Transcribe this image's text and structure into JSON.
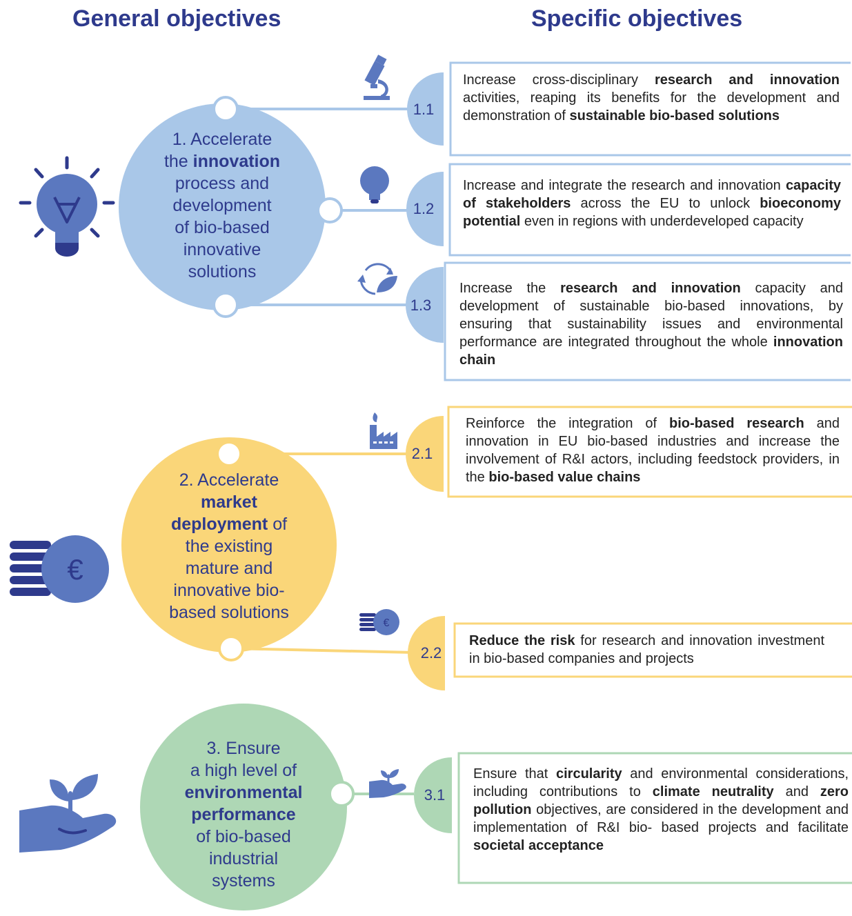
{
  "headers": {
    "general": "General objectives",
    "specific": "Specific objectives"
  },
  "colors": {
    "blue": "#A9C7E8",
    "yellow": "#FAD679",
    "green": "#AED7B5",
    "title": "#2E3A8C",
    "icon": "#5B78BF",
    "icon_dark": "#2E3A8C"
  },
  "general_objectives": [
    {
      "id": "1",
      "color": "#A9C7E8",
      "icon": "lightbulb-icon",
      "lines": [
        [
          {
            "t": "1. Accelerate",
            "b": false
          }
        ],
        [
          {
            "t": "the ",
            "b": false
          },
          {
            "t": "innovation",
            "b": true
          }
        ],
        [
          {
            "t": "process and",
            "b": false
          }
        ],
        [
          {
            "t": "development",
            "b": false
          }
        ],
        [
          {
            "t": "of bio-based",
            "b": false
          }
        ],
        [
          {
            "t": "innovative",
            "b": false
          }
        ],
        [
          {
            "t": "solutions",
            "b": false
          }
        ]
      ]
    },
    {
      "id": "2",
      "color": "#FAD679",
      "icon": "euro-coins-icon",
      "lines": [
        [
          {
            "t": "2. Accelerate",
            "b": false
          }
        ],
        [
          {
            "t": "market",
            "b": true
          }
        ],
        [
          {
            "t": "deployment",
            "b": true
          },
          {
            "t": " of",
            "b": false
          }
        ],
        [
          {
            "t": "the existing",
            "b": false
          }
        ],
        [
          {
            "t": "mature and",
            "b": false
          }
        ],
        [
          {
            "t": "innovative bio-",
            "b": false
          }
        ],
        [
          {
            "t": "based solutions",
            "b": false
          }
        ]
      ]
    },
    {
      "id": "3",
      "color": "#AED7B5",
      "icon": "hand-sprout-icon",
      "lines": [
        [
          {
            "t": "3. Ensure",
            "b": false
          }
        ],
        [
          {
            "t": "a high level of",
            "b": false
          }
        ],
        [
          {
            "t": "environmental",
            "b": true
          }
        ],
        [
          {
            "t": "performance",
            "b": true
          }
        ],
        [
          {
            "t": "of bio-based",
            "b": false
          }
        ],
        [
          {
            "t": "industrial",
            "b": false
          }
        ],
        [
          {
            "t": "systems",
            "b": false
          }
        ]
      ]
    }
  ],
  "specific_objectives": [
    {
      "number": "1.1",
      "icon": "microscope-icon",
      "segments": [
        {
          "t": "Increase cross-disciplinary ",
          "b": false
        },
        {
          "t": "research and innovation",
          "b": true
        },
        {
          "t": " activities, reaping its benefits for the development and demonstration of ",
          "b": false
        },
        {
          "t": "sustainable bio-based solutions",
          "b": true
        }
      ]
    },
    {
      "number": "1.2",
      "icon": "bulb-icon",
      "segments": [
        {
          "t": "Increase and integrate the research and innovation ",
          "b": false
        },
        {
          "t": "capacity of stakeholders",
          "b": true
        },
        {
          "t": " across the EU to unlock ",
          "b": false
        },
        {
          "t": "bioeconomy potential",
          "b": true
        },
        {
          "t": " even in regions with underdeveloped capacity",
          "b": false
        }
      ]
    },
    {
      "number": "1.3",
      "icon": "recycle-leaf-icon",
      "segments": [
        {
          "t": "Increase the ",
          "b": false
        },
        {
          "t": "research and innovation",
          "b": true
        },
        {
          "t": " capacity and development of sustainable bio-based innovations, by ensuring that sustainability issues and environmental performance are integrated throughout the whole ",
          "b": false
        },
        {
          "t": "innovation chain",
          "b": true
        }
      ]
    },
    {
      "number": "2.1",
      "icon": "factory-icon",
      "segments": [
        {
          "t": "Reinforce the integration of ",
          "b": false
        },
        {
          "t": "bio-based research",
          "b": true
        },
        {
          "t": " and innovation in EU bio-based industries and increase the involvement of R&I actors, including feedstock providers, in the ",
          "b": false
        },
        {
          "t": "bio-based value chains",
          "b": true
        }
      ]
    },
    {
      "number": "2.2",
      "icon": "euro-coins-small-icon",
      "segments": [
        {
          "t": "Reduce the risk",
          "b": true
        },
        {
          "t": " for research and innovation investment in bio-based companies and projects",
          "b": false
        }
      ]
    },
    {
      "number": "3.1",
      "icon": "hand-sprout-small-icon",
      "segments": [
        {
          "t": "Ensure that ",
          "b": false
        },
        {
          "t": "circularity",
          "b": true
        },
        {
          "t": " and environmental considerations, including contributions to ",
          "b": false
        },
        {
          "t": "climate neutrality",
          "b": true
        },
        {
          "t": " and ",
          "b": false
        },
        {
          "t": "zero pollution",
          "b": true
        },
        {
          "t": " objectives, are considered in the development and implementation of R&I bio- based projects and facilitate ",
          "b": false
        },
        {
          "t": "societal acceptance",
          "b": true
        }
      ]
    }
  ]
}
